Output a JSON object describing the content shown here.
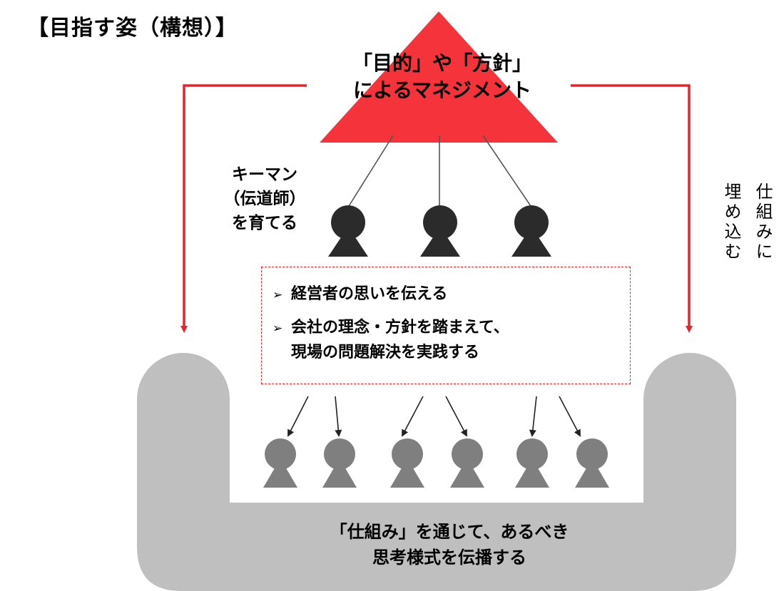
{
  "title": "【目指す姿（構想）】",
  "apex": {
    "line1": "「目的」や「方針」",
    "line2": "によるマネジメント",
    "color": "#f5333a"
  },
  "keyman": {
    "line1": "キーマン",
    "line2": "（伝道師）",
    "line3": "を育てる"
  },
  "side_label": {
    "col1": "仕組みに",
    "col2": "埋め込む"
  },
  "box": {
    "border_color": "#e8242a",
    "bullet_icon": "arrowhead-bullet",
    "items": [
      "経営者の思いを伝える",
      "会社の理念・方針を踏まえて、",
      "現場の問題解決を実践する"
    ]
  },
  "bottom": {
    "line1": "「仕組み」を通じて、あるべき",
    "line2": "思考様式を伝播する"
  },
  "colors": {
    "red_arrow": "#e8242a",
    "keyman_person": "#2b2b2b",
    "staff_person": "#7f7f7f",
    "container": "#bfbfbf"
  }
}
